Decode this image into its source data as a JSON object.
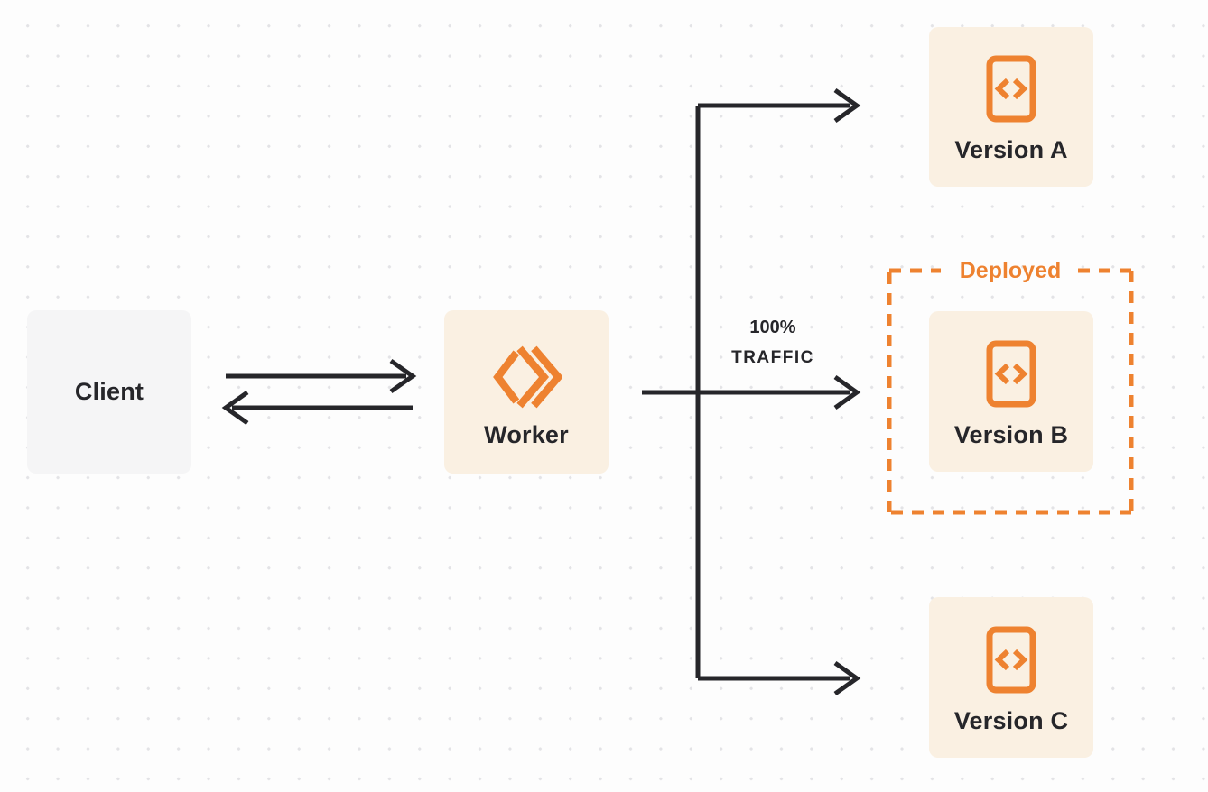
{
  "nodes": {
    "client": {
      "label": "Client"
    },
    "worker": {
      "label": "Worker"
    },
    "version_a": {
      "label": "Version A"
    },
    "version_b": {
      "label": "Version B"
    },
    "version_c": {
      "label": "Version C"
    }
  },
  "annotations": {
    "traffic_line1": "100%",
    "traffic_line2": "TRAFFIC",
    "deployed_label": "Deployed"
  },
  "colors": {
    "accent_orange": "#ee8230",
    "node_cream_bg": "#faf0e2",
    "client_gray_bg": "#f5f5f6",
    "line_dark": "#26262a",
    "canvas_bg": "#fdfdfd",
    "dot_gray": "#e3e3e6"
  },
  "icons": {
    "worker_icon": "workers-logo-icon",
    "version_icon": "code-file-icon"
  }
}
